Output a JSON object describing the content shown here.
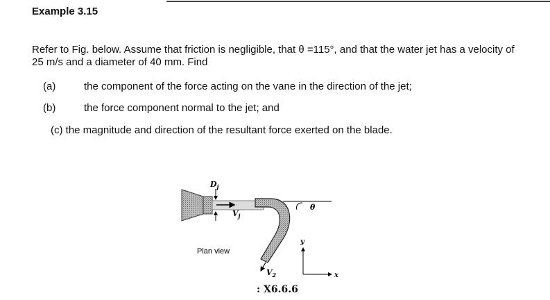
{
  "example": {
    "title": "Example 3.15"
  },
  "problem": {
    "intro": "Refer to Fig. below. Assume that friction is negligible, that θ =115°, and that the water jet has a velocity of 25 m/s and a diameter of 40 mm. Find",
    "items": [
      {
        "label": "(a)",
        "text": "the component of the force acting on the vane in the direction of the jet;"
      },
      {
        "label": "(b)",
        "text": "the force component normal to the jet; and"
      }
    ],
    "item_c": "(c) the magnitude and direction of the resultant force exerted on the blade."
  },
  "figure": {
    "label_dj": "D",
    "label_dj_sub": "j",
    "label_vj": "V",
    "label_vj_sub": "j",
    "label_v2": "V",
    "label_v2_sub": "2",
    "label_theta": "θ",
    "label_plan": "Plan view",
    "label_y": "y",
    "label_x": "x",
    "caption": "X6.6.6",
    "caption_prefix": ":"
  }
}
